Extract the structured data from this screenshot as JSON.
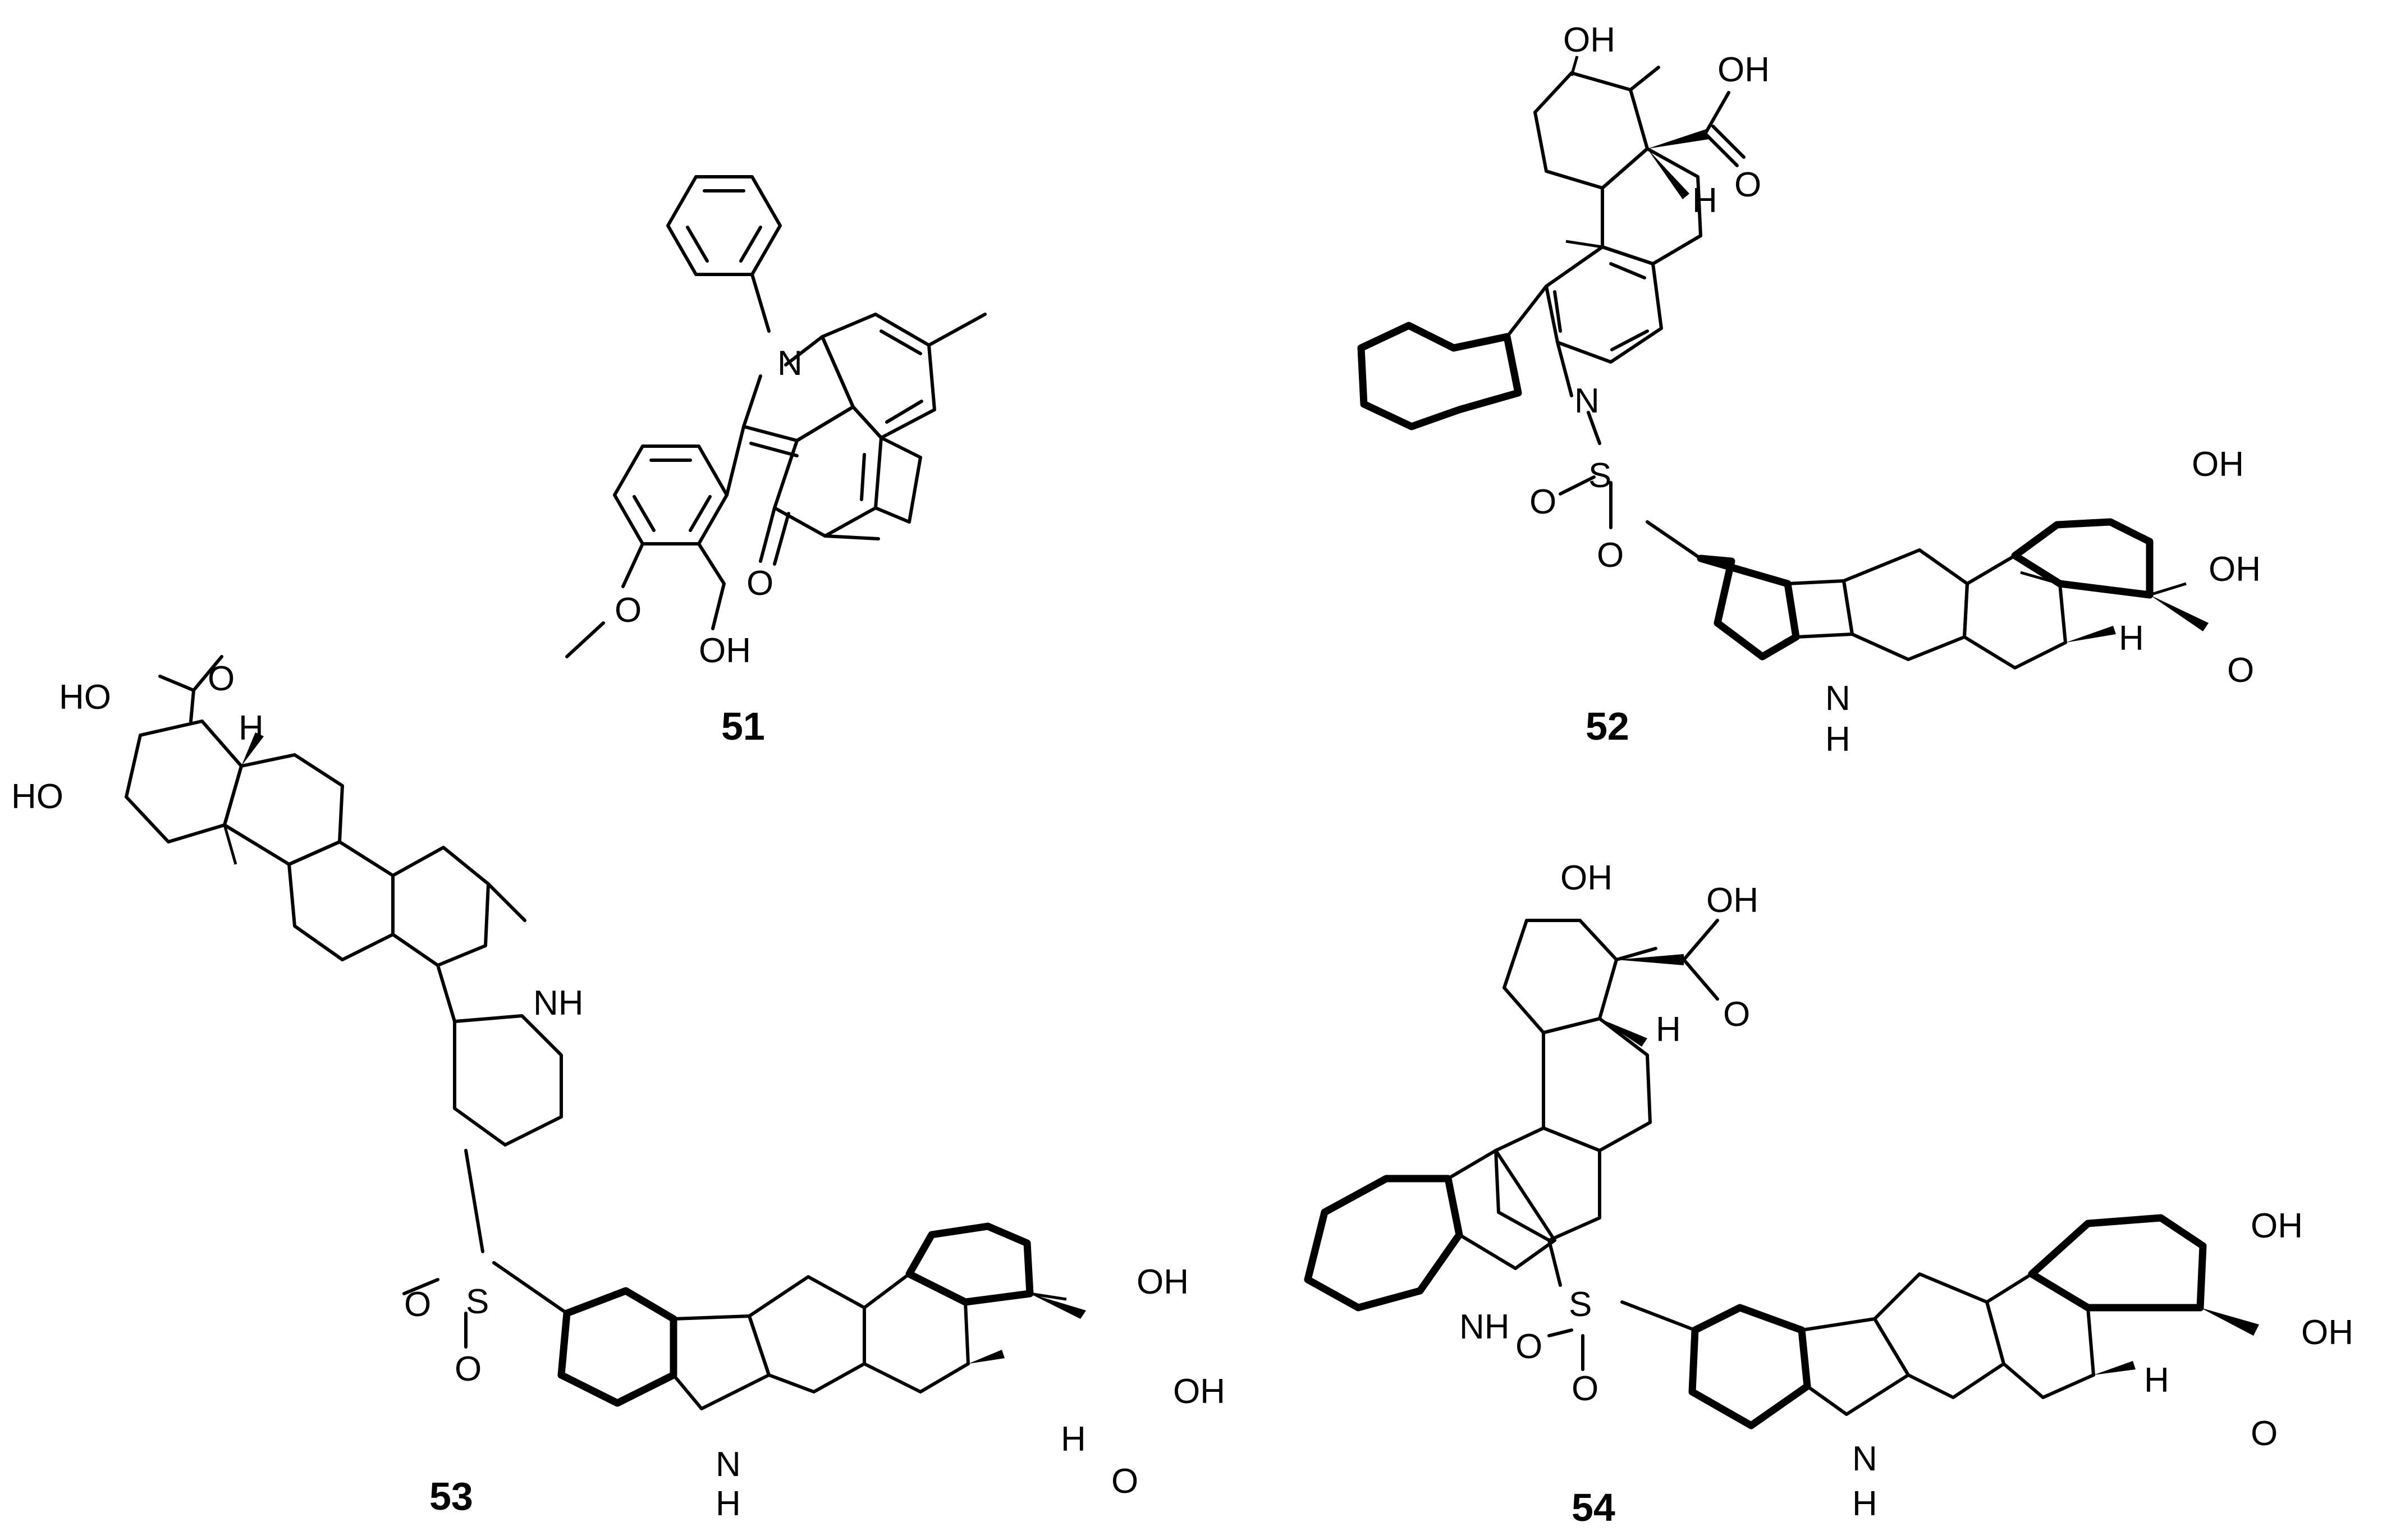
{
  "compounds": [
    {
      "id": "51",
      "atoms": {
        "n": "N",
        "keto": "O",
        "ome": "O",
        "oh": "OH"
      }
    },
    {
      "id": "52",
      "atoms": {
        "oh_top": "OH",
        "cooh_top_oh": "OH",
        "cooh_top_o": "O",
        "h_top": "H",
        "n_sulfonyl": "N",
        "s": "S",
        "o_s1": "O",
        "o_s2": "O",
        "oh_right": "OH",
        "cooh_right_oh": "OH",
        "cooh_right_o": "O",
        "h_right": "H",
        "nh_n": "N",
        "nh_h": "H"
      }
    },
    {
      "id": "53",
      "atoms": {
        "cooh_ho": "HO",
        "cooh_o": "O",
        "oh_ho": "HO",
        "h_top": "H",
        "nh": "NH",
        "s": "S",
        "o_s1": "O",
        "o_s2": "O",
        "oh_right": "OH",
        "cooh_right_oh": "OH",
        "cooh_right_o": "O",
        "h_right": "H",
        "nh_n": "N",
        "nh_h": "H"
      }
    },
    {
      "id": "54",
      "atoms": {
        "oh_top": "OH",
        "cooh_top_oh": "OH",
        "cooh_top_o": "O",
        "h_top": "H",
        "nh_left": "NH",
        "s": "S",
        "o_s1": "O",
        "o_s2": "O",
        "oh_right": "OH",
        "cooh_right_oh": "OH",
        "cooh_right_o": "O",
        "h_right": "H",
        "nh_n": "N",
        "nh_h": "H"
      }
    }
  ]
}
